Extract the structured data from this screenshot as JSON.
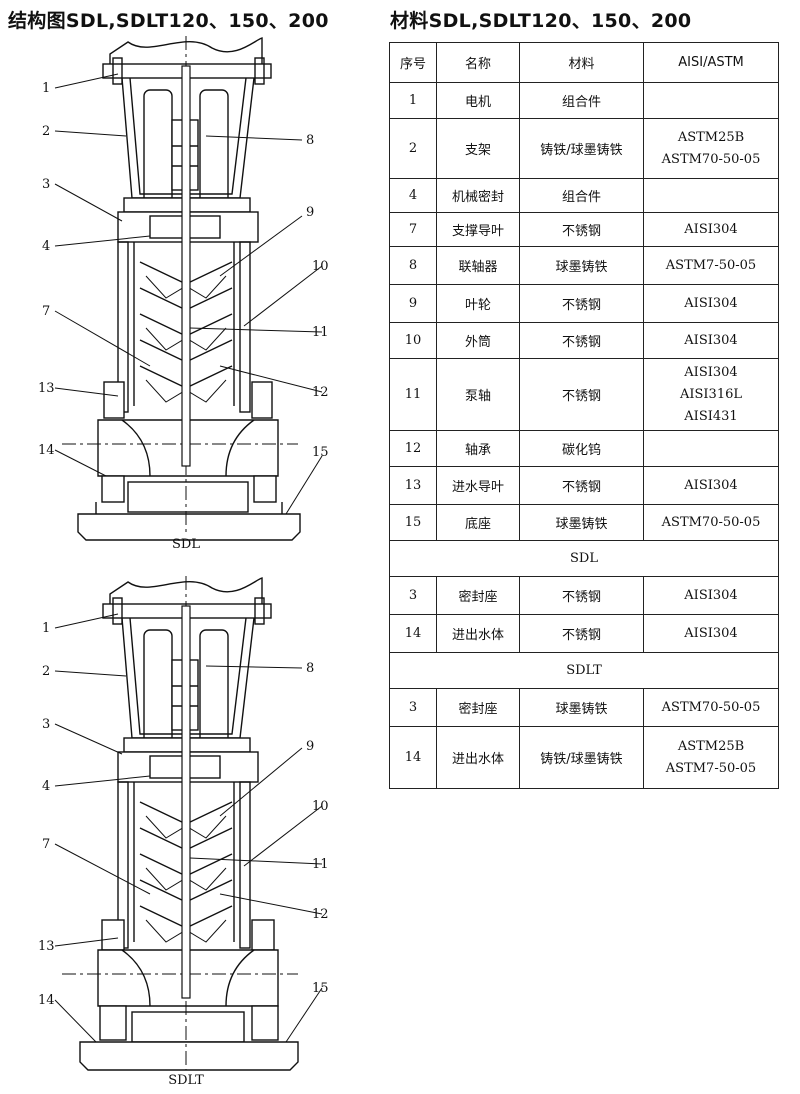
{
  "left_heading": "结构图SDL,SDLT120、150、200",
  "right_heading": "材料SDL,SDLT120、150、200",
  "diagrams": [
    {
      "caption": "SDL",
      "callouts": [
        "1",
        "2",
        "3",
        "4",
        "7",
        "13",
        "14",
        "8",
        "9",
        "10",
        "11",
        "12",
        "15"
      ]
    },
    {
      "caption": "SDLT",
      "callouts": [
        "1",
        "2",
        "3",
        "4",
        "7",
        "13",
        "14",
        "8",
        "9",
        "10",
        "11",
        "12",
        "15"
      ]
    }
  ],
  "table": {
    "headers": [
      "序号",
      "名称",
      "材料",
      "AISI/ASTM"
    ],
    "rows": [
      {
        "no": "1",
        "name": "电机",
        "material": "组合件",
        "std": []
      },
      {
        "no": "2",
        "name": "支架",
        "material": "铸铁/球墨铸铁",
        "std": [
          "ASTM25B",
          "ASTM70-50-05"
        ]
      },
      {
        "no": "4",
        "name": "机械密封",
        "material": "组合件",
        "std": []
      },
      {
        "no": "7",
        "name": "支撑导叶",
        "material": "不锈钢",
        "std": [
          "AISI304"
        ]
      },
      {
        "no": "8",
        "name": "联轴器",
        "material": "球墨铸铁",
        "std": [
          "ASTM7-50-05"
        ]
      },
      {
        "no": "9",
        "name": "叶轮",
        "material": "不锈钢",
        "std": [
          "AISI304"
        ]
      },
      {
        "no": "10",
        "name": "外筒",
        "material": "不锈钢",
        "std": [
          "AISI304"
        ]
      },
      {
        "no": "11",
        "name": "泵轴",
        "material": "不锈钢",
        "std": [
          "AISI304",
          "AISI316L",
          "AISI431"
        ]
      },
      {
        "no": "12",
        "name": "轴承",
        "material": "碳化钨",
        "std": []
      },
      {
        "no": "13",
        "name": "进水导叶",
        "material": "不锈钢",
        "std": [
          "AISI304"
        ]
      },
      {
        "no": "15",
        "name": "底座",
        "material": "球墨铸铁",
        "std": [
          "ASTM70-50-05"
        ]
      }
    ],
    "groups": [
      {
        "label": "SDL",
        "rows": [
          {
            "no": "3",
            "name": "密封座",
            "material": "不锈钢",
            "std": [
              "AISI304"
            ]
          },
          {
            "no": "14",
            "name": "进出水体",
            "material": "不锈钢",
            "std": [
              "AISI304"
            ]
          }
        ]
      },
      {
        "label": "SDLT",
        "rows": [
          {
            "no": "3",
            "name": "密封座",
            "material": "球墨铸铁",
            "std": [
              "ASTM70-50-05"
            ]
          },
          {
            "no": "14",
            "name": "进出水体",
            "material": "铸铁/球墨铸铁",
            "std": [
              "ASTM25B",
              "ASTM7-50-05"
            ]
          }
        ]
      }
    ]
  }
}
